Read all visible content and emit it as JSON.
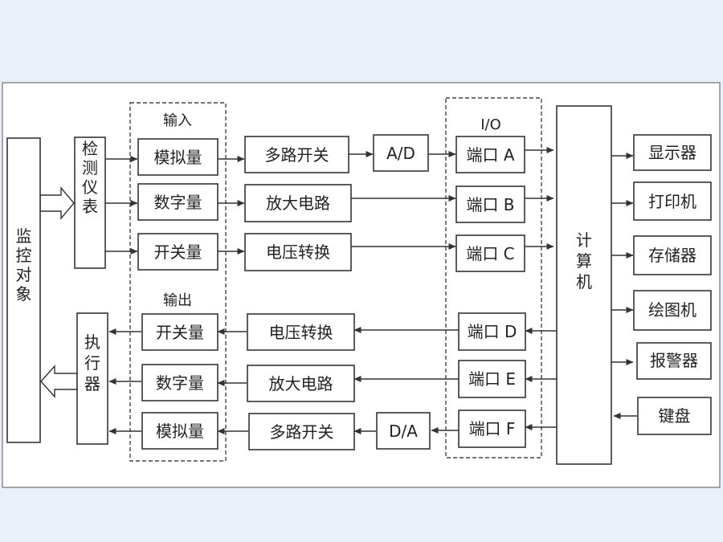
{
  "monitored_object": "监控对象",
  "detector": "检测仪表",
  "actuator": "执行器",
  "computer": "计算机",
  "input_group": {
    "title": "输入",
    "items": [
      "模拟量",
      "数字量",
      "开关量"
    ]
  },
  "output_group": {
    "title": "输出",
    "items": [
      "开关量",
      "数字量",
      "模拟量"
    ]
  },
  "input_processing": [
    "多路开关",
    "放大电路",
    "电压转换"
  ],
  "output_processing": [
    "电压转换",
    "放大电路",
    "多路开关"
  ],
  "adc": "A/D",
  "dac": "D/A",
  "io_group": {
    "title": "I/O",
    "ports_in": [
      "端口 A",
      "端口 B",
      "端口 C"
    ],
    "ports_out": [
      "端口 D",
      "端口 E",
      "端口 F"
    ]
  },
  "peripherals": [
    "显示器",
    "打印机",
    "存储器",
    "绘图机",
    "报警器",
    "键盘"
  ]
}
